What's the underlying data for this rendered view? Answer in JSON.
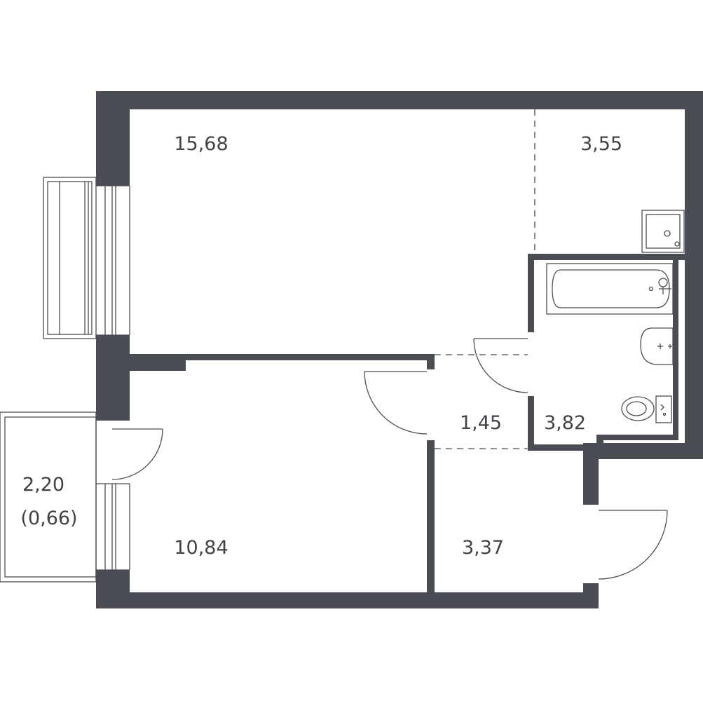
{
  "rooms": {
    "living_room": "15,68",
    "kitchen": "3,55",
    "bathroom": "3,82",
    "corridor": "1,45",
    "bedroom": "10,84",
    "hallway": "3,37",
    "balcony_area": "2,20",
    "balcony_reduced_area": "(0,66)"
  },
  "colors": {
    "wall": "#4a4d53",
    "text": "#3f4247",
    "background": "#ffffff"
  },
  "icons": [
    "sink-icon",
    "bathtub-icon",
    "washbasin-icon",
    "toilet-icon"
  ]
}
